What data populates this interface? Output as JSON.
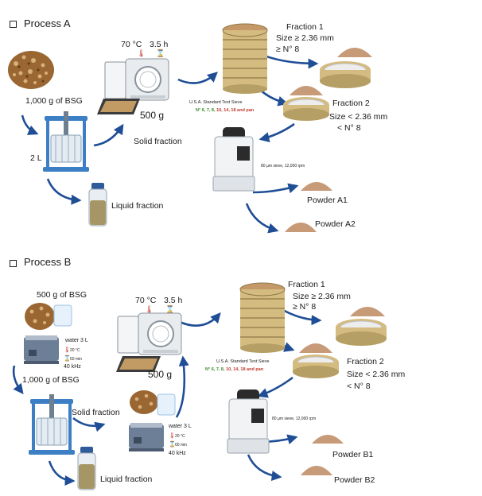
{
  "process_a": {
    "title": "Process A",
    "bsg_amount": "1,000 g of BSG",
    "press_volume": "2 L",
    "temperature": "70 °C",
    "duration": "3.5 h",
    "tray_mass": "500 g",
    "solid_fraction": "Solid fraction",
    "liquid_fraction": "Liquid fraction",
    "sieve_title": "U.S.A. Standard Test Sieve",
    "sieve_green": "N° 6, 7, 8,",
    "sieve_red": "10, 14, 18 and pan",
    "fraction1_title": "Fraction 1",
    "fraction1_size": "Size ≥ 2.36 mm",
    "fraction1_n": "≥ N° 8",
    "fraction2_title": "Fraction 2",
    "fraction2_size": "Size < 2.36 mm",
    "fraction2_n": "< N° 8",
    "mill_info": "80 µm sieve, 12,000 rpm",
    "powder1": "Powder A1",
    "powder2": "Powder A2"
  },
  "process_b": {
    "title": "Process B",
    "bsg_500": "500 g of BSG",
    "water": "water 3 L",
    "bath_temp": "20 °C",
    "bath_time": "60 min",
    "bath_freq": "40 kHz",
    "bsg_amount": "1,000 g of BSG",
    "temperature": "70 °C",
    "duration": "3.5 h",
    "tray_mass": "500 g",
    "solid_fraction": "Solid fraction",
    "liquid_fraction": "Liquid fraction",
    "water2": "water 3 L",
    "bath2_temp": "20 °C",
    "bath2_time": "60 min",
    "bath2_freq": "40 kHz",
    "sieve_title": "U.S.A. Standard Test Sieve",
    "sieve_green": "N° 6, 7, 8,",
    "sieve_red": "10, 14, 18 and pan",
    "fraction1_title": "Fraction 1",
    "fraction1_size": "Size ≥ 2.36 mm",
    "fraction1_n": "≥ N° 8",
    "fraction2_title": "Fraction 2",
    "fraction2_size": "Size < 2.36 mm",
    "fraction2_n": "< N° 8",
    "mill_info": "80 µm sieve, 12,000 rpm",
    "powder1": "Powder B1",
    "powder2": "Powder B2"
  },
  "colors": {
    "arrow": "#1f4e96",
    "grain": "#b07a45",
    "powder": "#c79a78",
    "sieve": "#d4bb80",
    "oven": "#e9ecef",
    "green_label": "#3a8a2a",
    "red_label": "#c0392b"
  }
}
